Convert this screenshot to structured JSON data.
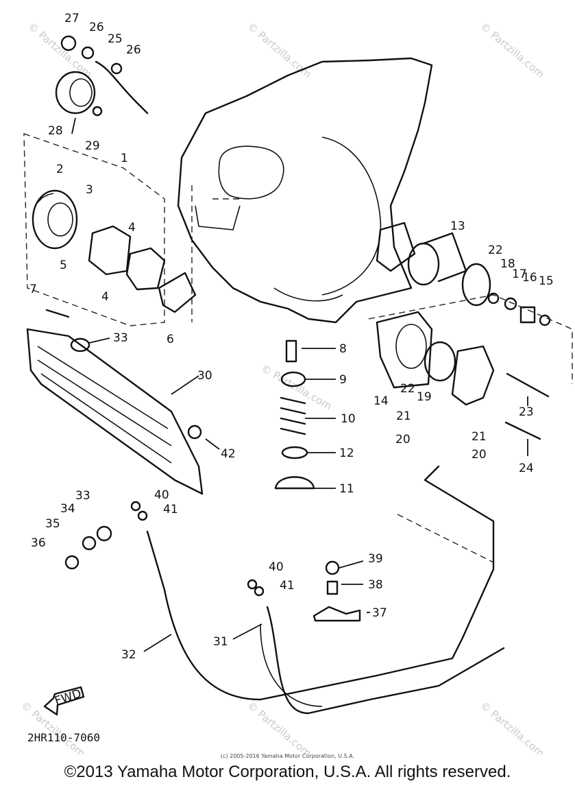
{
  "watermark": "© Partzilla.com",
  "diagram_code": "2HR110-7060",
  "small_copyright": "(c) 2005-2016 Yamaha Motor Corporation, U.S.A.",
  "copyright": "©2013 Yamaha Motor Corporation, U.S.A. All rights reserved.",
  "fwd_label": "FWD",
  "callouts": [
    "27",
    "26",
    "25",
    "26",
    "28",
    "29",
    "1",
    "2",
    "3",
    "4",
    "5",
    "4",
    "7",
    "6",
    "13",
    "22",
    "18",
    "17",
    "16",
    "15",
    "8",
    "9",
    "10",
    "12",
    "11",
    "14",
    "22",
    "19",
    "23",
    "21",
    "21",
    "20",
    "20",
    "24",
    "33",
    "30",
    "42",
    "33",
    "40",
    "41",
    "34",
    "35",
    "36",
    "39",
    "40",
    "41",
    "38",
    "37",
    "31",
    "32"
  ]
}
